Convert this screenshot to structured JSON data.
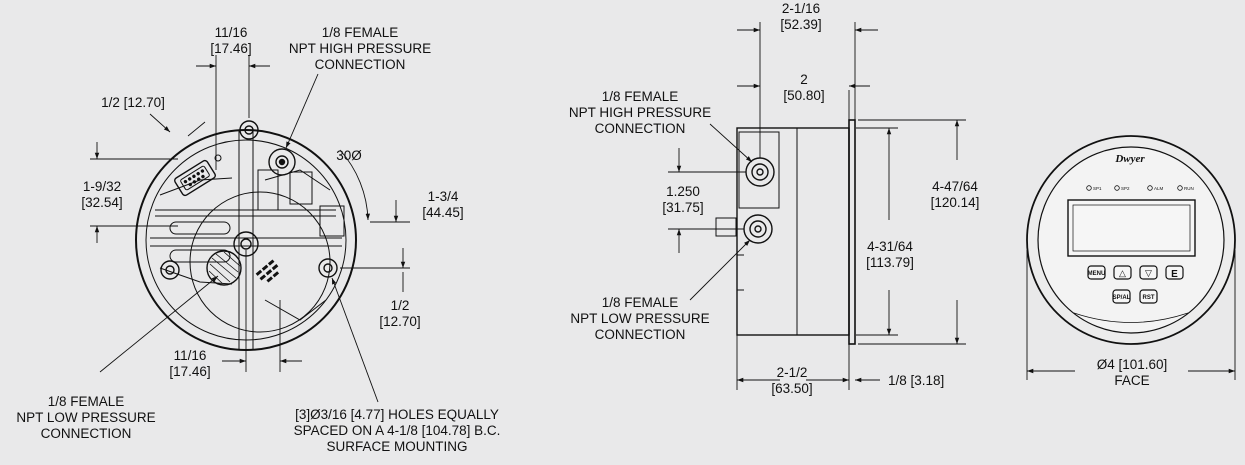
{
  "back_view": {
    "dim_top": [
      "11/16",
      "[17.46]"
    ],
    "high_conn": [
      "1/8 FEMALE",
      "NPT HIGH PRESSURE",
      "CONNECTION"
    ],
    "dim_half_left": "1/2 [12.70]",
    "dim_left": [
      "1-9/32",
      "[32.54]"
    ],
    "angle": "30Ø",
    "dim_right": [
      "1-3/4",
      "[44.45]"
    ],
    "dim_right_low": [
      "1/2",
      "[12.70]"
    ],
    "dim_bottom": [
      "11/16",
      "[17.46]"
    ],
    "low_conn": [
      "1/8 FEMALE",
      "NPT LOW PRESSURE",
      "CONNECTION"
    ],
    "holes_note": [
      "[3]Ø3/16 [4.77] HOLES EQUALLY",
      "SPACED ON A 4-1/8 [104.78] B.C.",
      "SURFACE MOUNTING"
    ]
  },
  "side_view": {
    "dim_top1": [
      "2-1/16",
      "[52.39]"
    ],
    "dim_top2": [
      "2",
      "[50.80]"
    ],
    "high_conn": [
      "1/8 FEMALE",
      "NPT HIGH PRESSURE",
      "CONNECTION"
    ],
    "dim_spacing": [
      "1.250",
      "[31.75]"
    ],
    "low_conn": [
      "1/8 FEMALE",
      "NPT LOW PRESSURE",
      "CONNECTION"
    ],
    "dim_outer": [
      "4-47/64",
      "[120.14]"
    ],
    "dim_inner": [
      "4-31/64",
      "[113.79]"
    ],
    "dim_bottom": [
      "2-1/2",
      "[63.50]"
    ],
    "dim_flange": "1/8 [3.18]"
  },
  "front_view": {
    "brand": "Dwyer",
    "indicators": [
      "SP1",
      "SP2",
      "ALM",
      "RUN"
    ],
    "buttons": [
      "MENU",
      "△",
      "▽",
      "E",
      "SP/AL",
      "RST"
    ],
    "face_dim": [
      "Ø4 [101.60]",
      "FACE"
    ]
  }
}
